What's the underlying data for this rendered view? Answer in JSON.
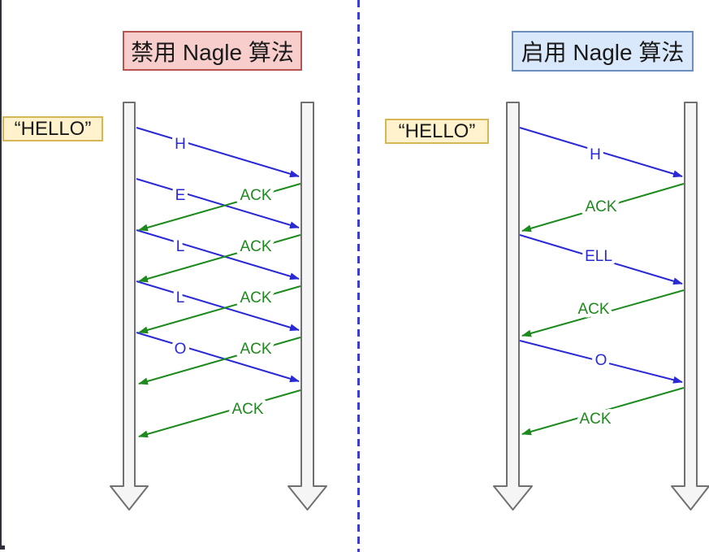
{
  "colors": {
    "data_arrow": "#2929d6",
    "ack_arrow": "#1d8a1d",
    "left_title_bg": "#f8cecc",
    "left_title_border": "#b85450",
    "right_title_bg": "#dae8fc",
    "right_title_border": "#6c8ebf",
    "hello_bg": "#fff2cc",
    "hello_border": "#d6b656",
    "lifeline_fill": "#f5f5f5",
    "lifeline_stroke": "#707070",
    "divider": "#3d3dd2"
  },
  "left_panel": {
    "title": "禁用 Nagle 算法",
    "send_buffer_label": "“HELLO”",
    "data_messages": [
      {
        "label": "H"
      },
      {
        "label": "E"
      },
      {
        "label": "L"
      },
      {
        "label": "L"
      },
      {
        "label": "O"
      }
    ],
    "ack_messages": [
      {
        "label": "ACK"
      },
      {
        "label": "ACK"
      },
      {
        "label": "ACK"
      },
      {
        "label": "ACK"
      },
      {
        "label": "ACK"
      }
    ]
  },
  "right_panel": {
    "title": "启用 Nagle 算法",
    "send_buffer_label": "“HELLO”",
    "data_messages": [
      {
        "label": "H"
      },
      {
        "label": "ELL"
      },
      {
        "label": "O"
      }
    ],
    "ack_messages": [
      {
        "label": "ACK"
      },
      {
        "label": "ACK"
      },
      {
        "label": "ACK"
      }
    ]
  }
}
